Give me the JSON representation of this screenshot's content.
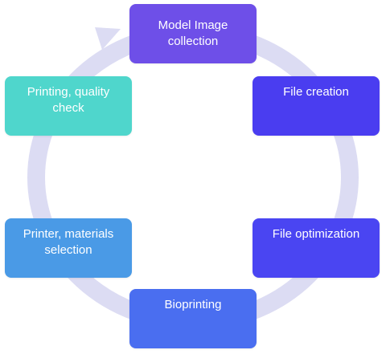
{
  "diagram": {
    "ring_color": "#dcdcf3",
    "steps": [
      {
        "label": "Model Image collection",
        "color": "#6e4fe8"
      },
      {
        "label": "File creation",
        "color": "#4a3df0"
      },
      {
        "label": "File optimization",
        "color": "#4a45f2"
      },
      {
        "label": "Bioprinting",
        "color": "#4a6ef0"
      },
      {
        "label": "Printer, materials selection",
        "color": "#4a9ae6"
      },
      {
        "label": "Printing, quality check",
        "color": "#4fd6cc"
      }
    ]
  }
}
